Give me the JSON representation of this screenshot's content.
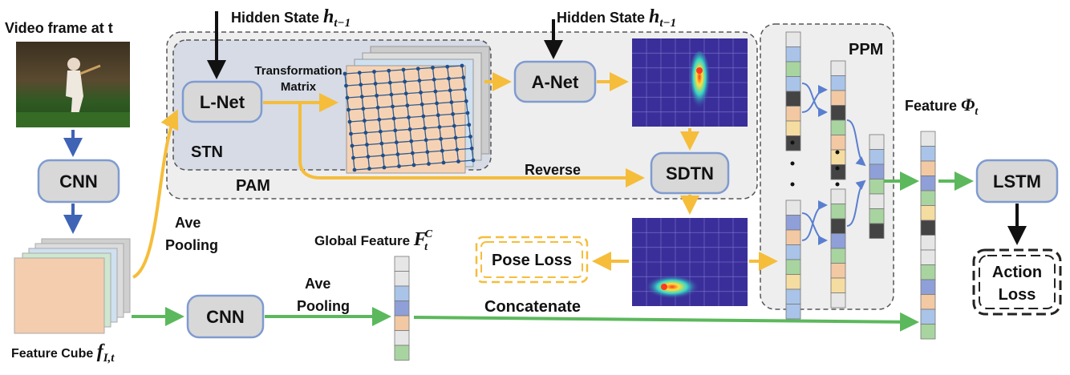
{
  "labels": {
    "video_frame": "Video frame at t",
    "hidden_state_1_text": "Hidden State ",
    "hidden_state_1_var": "h",
    "hidden_state_1_sub": "t−1",
    "hidden_state_2_text": "Hidden State ",
    "hidden_state_2_var": "h",
    "hidden_state_2_sub": "t−1",
    "transformation_matrix_1": "Transformation",
    "transformation_matrix_2": "Matrix",
    "stn": "STN",
    "pam": "PAM",
    "ppm": "PPM",
    "reverse": "Reverse",
    "ave_pooling_1a": "Ave",
    "ave_pooling_1b": "Pooling",
    "ave_pooling_2a": "Ave",
    "ave_pooling_2b": "Pooling",
    "global_feature_text": "Global Feature ",
    "global_feature_var": "F",
    "global_feature_sub": "t",
    "global_feature_sup": "C",
    "concatenate": "Concatenate",
    "feature_phi_text": "Feature ",
    "feature_phi_var": "Φ",
    "feature_phi_sub": "t",
    "feature_cube_text": "Feature Cube ",
    "feature_cube_var": "f",
    "feature_cube_sub": "I,t"
  },
  "modules": {
    "cnn_top": "CNN",
    "cnn_bottom": "CNN",
    "l_net": "L-Net",
    "a_net": "A-Net",
    "sdtn": "SDTN",
    "lstm": "LSTM"
  },
  "losses": {
    "pose_loss": "Pose Loss",
    "action_loss_1": "Action",
    "action_loss_2": "Loss"
  },
  "colors": {
    "yellow_arrow": "#f5bd3a",
    "green_arrow": "#5cb85c",
    "blue_arrow": "#3f63b5",
    "module_fill": "#d8d8d8",
    "module_stroke": "#7f9bd0",
    "heatmap_bg": "#3a2f9a",
    "region_fill": "#eeeeee"
  },
  "feature_vector_colors": [
    "#e6e6e6",
    "#a9c4e8",
    "#f2c9a3",
    "#a8d4a0",
    "#f5dca0",
    "#8f9fd8",
    "#444444"
  ]
}
